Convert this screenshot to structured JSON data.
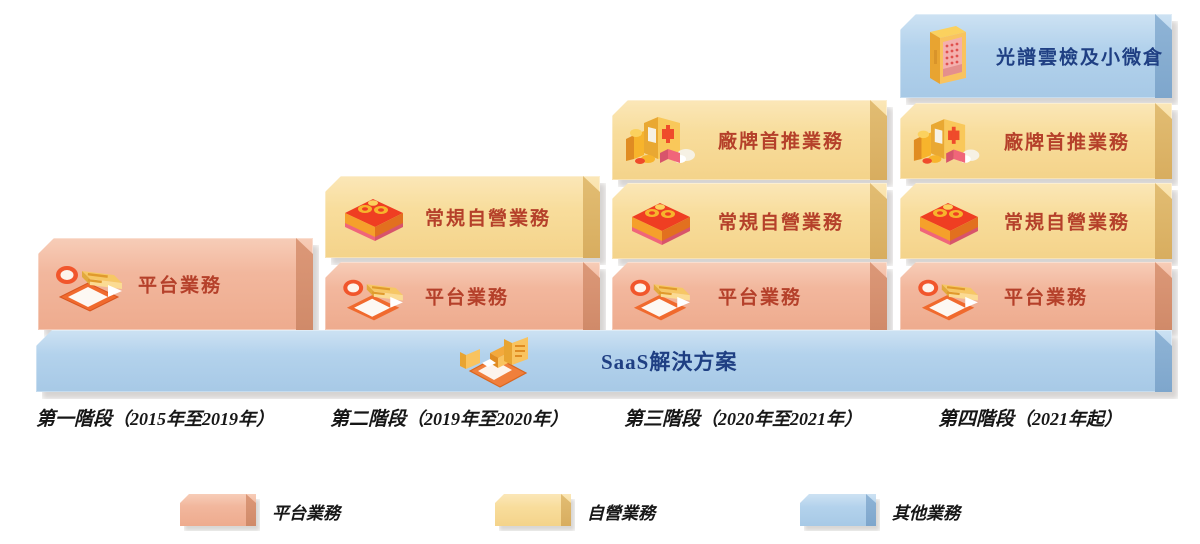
{
  "chart_data": {
    "type": "diagram",
    "title": "",
    "stages": [
      {
        "caption_name": "第一階段",
        "caption_years": "（2015年至2019年）",
        "caption_full": "第一階段（2015年至2019年）",
        "layers": [
          {
            "label": "平台業務",
            "category": "平台業務",
            "color": "#f2b79d",
            "icon": "tablet-order-icon"
          }
        ]
      },
      {
        "caption_name": "第二階段",
        "caption_years": "（2019年至2020年）",
        "caption_full": "第二階段（2019年至2020年）",
        "layers": [
          {
            "label": "常規自營業務",
            "category": "自營業務",
            "color": "#f8dd9c",
            "icon": "packaged-goods-box-icon"
          },
          {
            "label": "平台業務",
            "category": "平台業務",
            "color": "#f2b79d",
            "icon": "tablet-order-icon"
          }
        ]
      },
      {
        "caption_name": "第三階段",
        "caption_years": "（2020年至2021年）",
        "caption_full": "第三階段（2020年至2021年）",
        "layers": [
          {
            "label": "廠牌首推業務",
            "category": "自營業務",
            "color": "#f8dd9c",
            "icon": "product-assortment-icon"
          },
          {
            "label": "常規自營業務",
            "category": "自營業務",
            "color": "#f8dd9c",
            "icon": "packaged-goods-box-icon"
          },
          {
            "label": "平台業務",
            "category": "平台業務",
            "color": "#f2b79d",
            "icon": "tablet-order-icon"
          }
        ]
      },
      {
        "caption_name": "第四階段",
        "caption_years": "（2021年起）",
        "caption_full": "第四階段（2021年起）",
        "layers": [
          {
            "label": "光譜雲檢及小微倉",
            "category": "其他業務",
            "color": "#b3d2ec",
            "icon": "vending-cabinet-icon"
          },
          {
            "label": "廠牌首推業務",
            "category": "自營業務",
            "color": "#f8dd9c",
            "icon": "product-assortment-icon"
          },
          {
            "label": "常規自營業務",
            "category": "自營業務",
            "color": "#f8dd9c",
            "icon": "packaged-goods-box-icon"
          },
          {
            "label": "平台業務",
            "category": "平台業務",
            "color": "#f2b79d",
            "icon": "tablet-order-icon"
          }
        ]
      }
    ],
    "foundation": {
      "label": "SaaS解決方案",
      "category": "其他業務",
      "color": "#b3d2ec",
      "icon": "saas-platform-icon"
    },
    "legend": [
      {
        "label": "平台業務",
        "color": "#f2b79d"
      },
      {
        "label": "自營業務",
        "color": "#f8dd9c"
      },
      {
        "label": "其他業務",
        "color": "#b3d2ec"
      }
    ]
  },
  "stages": [
    {
      "caption": "第一階段",
      "years": "（2015年至2019年）"
    },
    {
      "caption": "第二階段",
      "years": "（2019年至2020年）"
    },
    {
      "caption": "第三階段",
      "years": "（2020年至2021年）"
    },
    {
      "caption": "第四階段",
      "years": "（2021年起）"
    }
  ],
  "blocks": {
    "s1_platform": "平台業務",
    "s2_selfop": "常規自營業務",
    "s2_platform": "平台業務",
    "s3_brand": "廠牌首推業務",
    "s3_selfop": "常規自營業務",
    "s3_platform": "平台業務",
    "s4_cloud": "光譜雲檢及小微倉",
    "s4_brand": "廠牌首推業務",
    "s4_selfop": "常規自營業務",
    "s4_platform": "平台業務"
  },
  "foundation": {
    "label": "SaaS解決方案"
  },
  "legend": {
    "items": [
      {
        "label": "平台業務"
      },
      {
        "label": "自營業務"
      },
      {
        "label": "其他業務"
      }
    ]
  }
}
